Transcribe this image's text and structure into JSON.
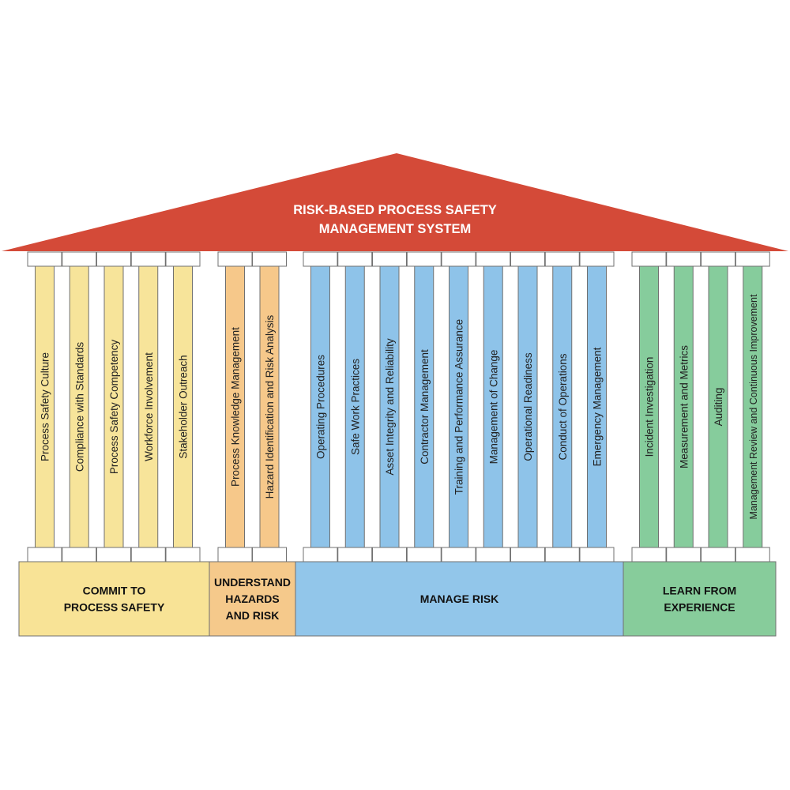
{
  "title": {
    "line1": "RISK-BASED PROCESS SAFETY",
    "line2": "MANAGEMENT SYSTEM"
  },
  "colors": {
    "roof": "#d44a38",
    "commit_pillar": "#f7e49a",
    "commit_base": "#f8e396",
    "understand_pillar": "#f6c88a",
    "understand_base": "#f5c98b",
    "manage_pillar": "#8ec3e9",
    "manage_base": "#92c6ea",
    "learn_pillar": "#86cc9c",
    "learn_base": "#87cc9b",
    "border": "#707070"
  },
  "groups": [
    {
      "key": "commit",
      "label_lines": [
        "COMMIT TO",
        "PROCESS SAFETY"
      ],
      "pillars": [
        "Process Safety Culture",
        "Compliance with Standards",
        "Process Safety Competency",
        "Workforce Involvement",
        "Stakeholder Outreach"
      ]
    },
    {
      "key": "understand",
      "label_lines": [
        "UNDERSTAND",
        "HAZARDS",
        "AND RISK"
      ],
      "pillars": [
        "Process Knowledge Management",
        "Hazard Identification and Risk Analysis"
      ]
    },
    {
      "key": "manage",
      "label_lines": [
        "MANAGE RISK"
      ],
      "pillars": [
        "Operating Procedures",
        "Safe Work Practices",
        "Asset Integrity and Reliability",
        "Contractor Management",
        "Training and Performance Assurance",
        "Management of Change",
        "Operational Readiness",
        "Conduct of Operations",
        "Emergency Management"
      ]
    },
    {
      "key": "learn",
      "label_lines": [
        "LEARN FROM",
        "EXPERIENCE"
      ],
      "pillars": [
        "Incident Investigation",
        "Measurement and Metrics",
        "Auditing",
        "Management Review and Continuous Improvement"
      ]
    }
  ]
}
